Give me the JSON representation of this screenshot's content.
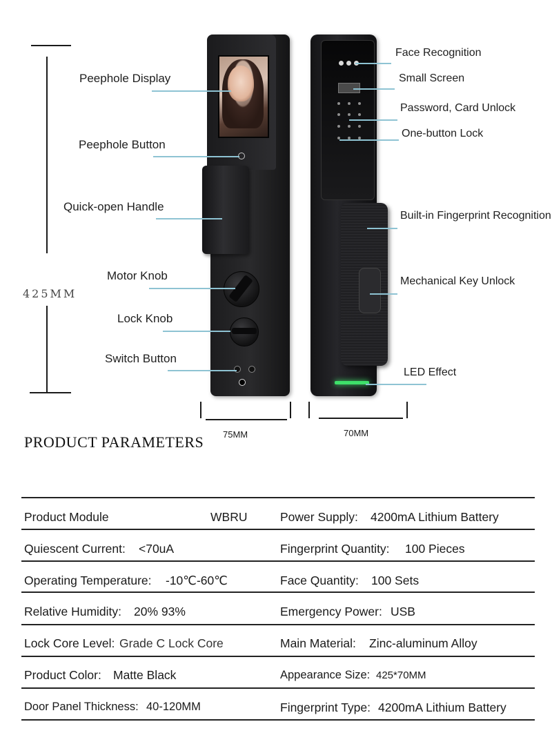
{
  "callouts": {
    "left": [
      {
        "id": "peephole-display",
        "label": "Peephole Display"
      },
      {
        "id": "peephole-button",
        "label": "Peephole Button"
      },
      {
        "id": "quick-open-handle",
        "label": "Quick-open Handle"
      },
      {
        "id": "motor-knob",
        "label": "Motor Knob"
      },
      {
        "id": "lock-knob",
        "label": "Lock Knob"
      },
      {
        "id": "switch-button",
        "label": "Switch Button"
      }
    ],
    "right": [
      {
        "id": "face-recognition",
        "label": "Face Recognition"
      },
      {
        "id": "small-screen",
        "label": "Small Screen"
      },
      {
        "id": "password-card-unlock",
        "label": "Password, Card Unlock"
      },
      {
        "id": "one-button-lock",
        "label": "One-button Lock"
      },
      {
        "id": "built-in-fingerprint",
        "label": "Built-in Fingerprint Recognition"
      },
      {
        "id": "mechanical-key-unlock",
        "label": "Mechanical Key Unlock"
      },
      {
        "id": "led-effect",
        "label": "LED Effect"
      }
    ]
  },
  "dimensions": {
    "height": "425MM",
    "left_width": "75MM",
    "right_width": "70MM"
  },
  "section_title": "PRODUCT PARAMETERS",
  "parameters": [
    {
      "left_key": "Product Module",
      "left_value": "WBRU",
      "right_key": "Power Supply:",
      "right_value": "4200mA Lithium Battery"
    },
    {
      "left_key": "Quiescent Current:",
      "left_value": "<70uA",
      "right_key": "Fingerprint Quantity:",
      "right_value": "100 Pieces"
    },
    {
      "left_key": "Operating Temperature:",
      "left_value": "-10℃-60℃",
      "right_key": "Face Quantity:",
      "right_value": "100 Sets"
    },
    {
      "left_key": "Relative Humidity:",
      "left_value": "20% 93%",
      "right_key": "Emergency Power:",
      "right_value": "USB"
    },
    {
      "left_key": "Lock Core Level:",
      "left_value": "Grade C Lock Core",
      "right_key": "Main Material:",
      "right_value": "Zinc-aluminum Alloy"
    },
    {
      "left_key": "Product Color:",
      "left_value": "Matte Black",
      "right_key": "Appearance Size:",
      "right_value": "425*70MM"
    },
    {
      "left_key": "Door Panel Thickness:",
      "left_value": "40-120MM",
      "right_key": "Fingerprint Type:",
      "right_value": "4200mA Lithium Battery"
    }
  ]
}
